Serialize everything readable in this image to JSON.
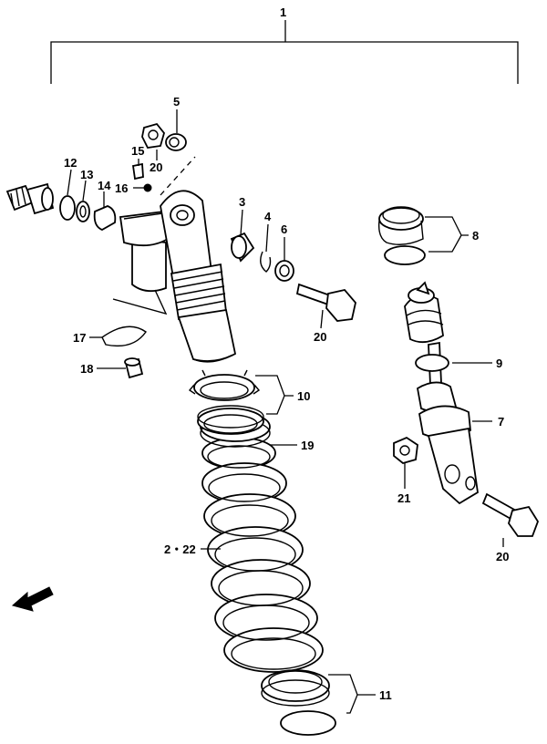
{
  "callouts": {
    "assembly": "1",
    "c2_22": "2・22",
    "c3": "3",
    "c4": "4",
    "c5": "5",
    "c6": "6",
    "c7": "7",
    "c8": "8",
    "c9": "9",
    "c10": "10",
    "c11": "11",
    "c12": "12",
    "c13": "13",
    "c14": "14",
    "c15": "15",
    "c16": "16",
    "c17": "17",
    "c18": "18",
    "c19": "19",
    "c20a": "20",
    "c20b": "20",
    "c20c": "20",
    "c21": "21"
  },
  "icons": {
    "front_arrow": "front-arrow-icon"
  },
  "colors": {
    "ink": "#000000",
    "paper": "#ffffff"
  }
}
